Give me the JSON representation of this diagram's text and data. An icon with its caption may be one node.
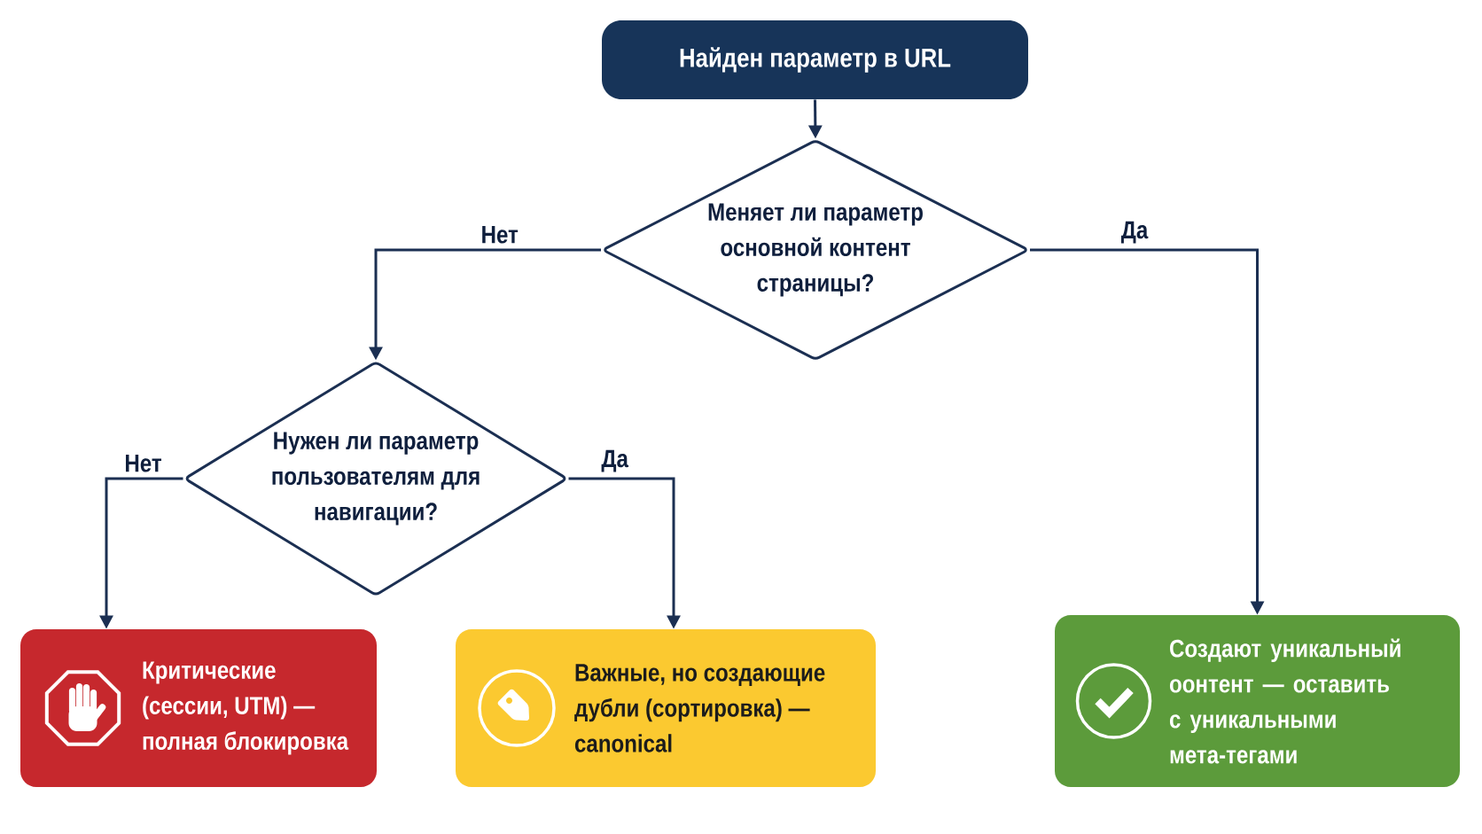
{
  "diagram": {
    "nodes": [
      {
        "text": [
          "Найден параметр в URL"
        ]
      },
      {
        "text": [
          "Меняет ли параметр основной контент страницы?"
        ]
      },
      {
        "text": [
          "Нужен ли параметр пользователям для навигации?"
        ]
      },
      {
        "text": [
          "Критические (сессии, UTM) — полная блокировка"
        ]
      },
      {
        "text": [
          "Важные, но создающие дубли (сортировка) — canonical"
        ]
      },
      {
        "text": [
          "Создают уникальный оонтент — оставить с уникальными мета-тегами"
        ]
      }
    ],
    "edges": [
      {
        "from": 0,
        "to": 1,
        "arrow": "to"
      },
      {
        "from": 1,
        "to": 2,
        "arrow": "to",
        "label": "Нет"
      },
      {
        "from": 1,
        "to": 5,
        "arrow": "to",
        "label": "Да"
      },
      {
        "from": 2,
        "to": 3,
        "arrow": "to",
        "label": "Нет"
      },
      {
        "from": 2,
        "to": 4,
        "arrow": "to",
        "label": "Да"
      }
    ]
  }
}
